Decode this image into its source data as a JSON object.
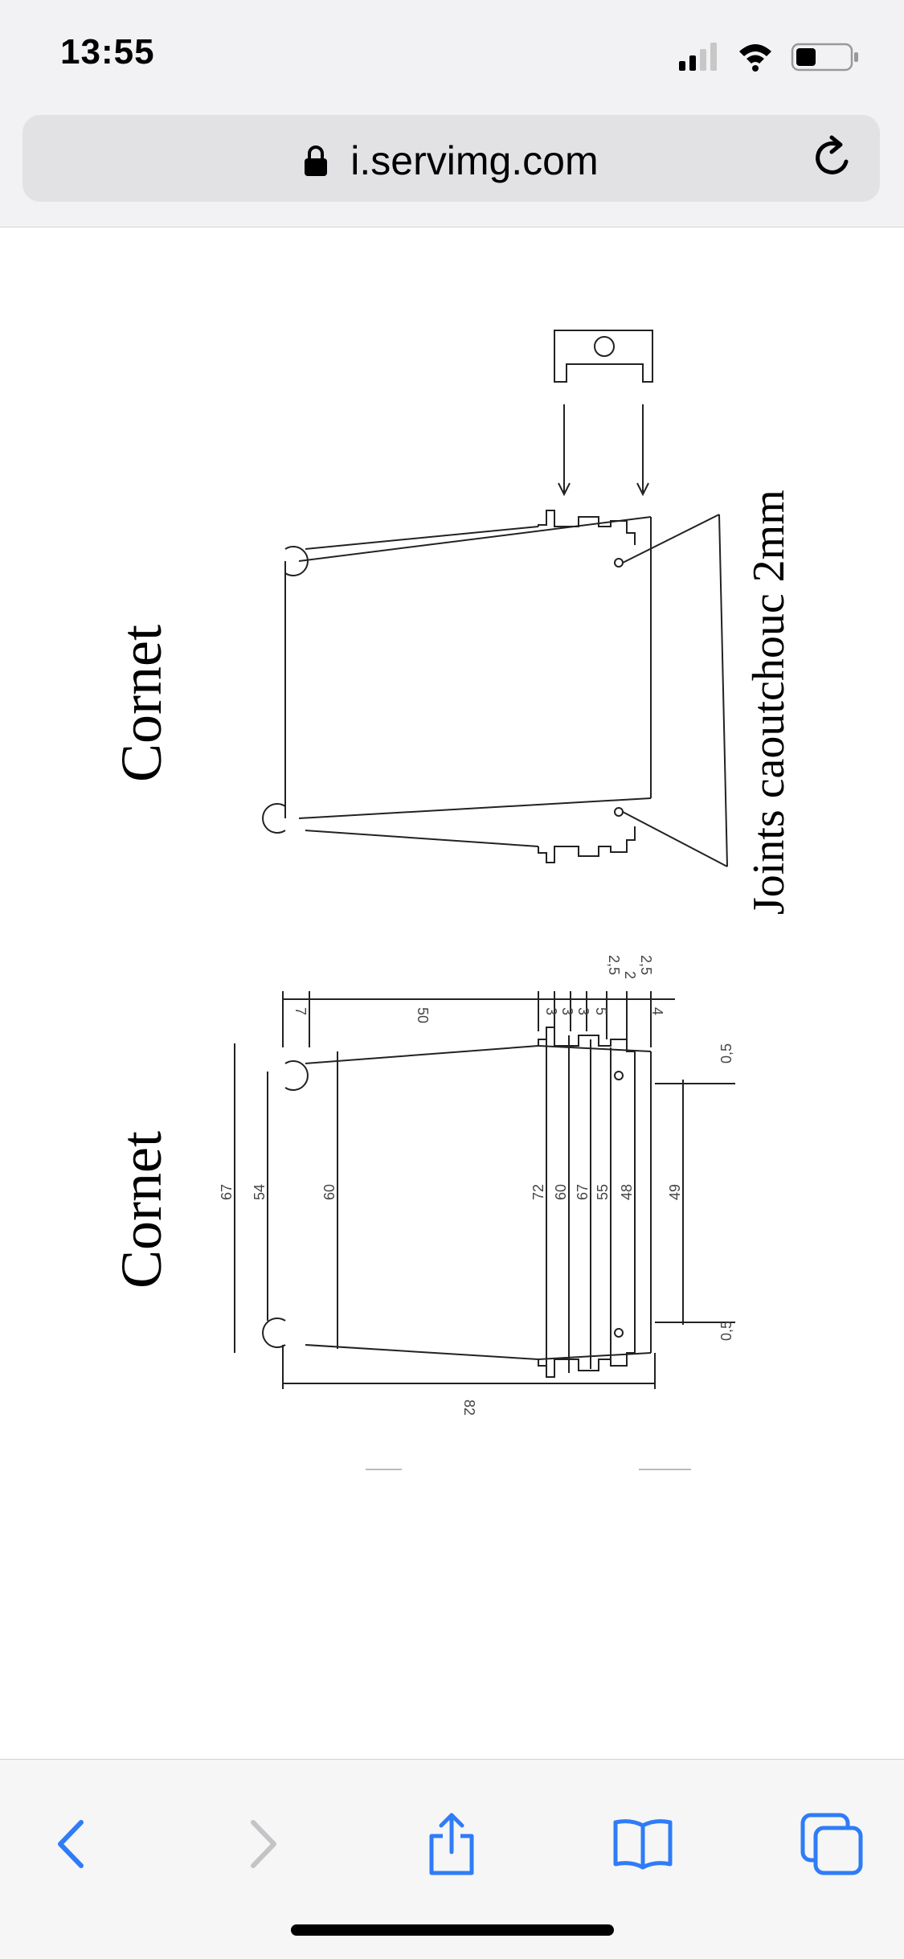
{
  "status_bar": {
    "time": "13:55"
  },
  "address_bar": {
    "url": "i.servimg.com"
  },
  "drawing": {
    "title_left": "Cornet",
    "title_right": "Cornet",
    "caption": "Joints caoutchouc 2mm",
    "dims_diam": [
      "67",
      "54",
      "60",
      "72",
      "60",
      "67",
      "55",
      "48",
      "49"
    ],
    "dims_overall": "82",
    "dims_top": [
      "7",
      "50",
      "3",
      "3",
      "3",
      "5",
      "2,5",
      "2",
      "2,5",
      "4"
    ],
    "dims_lip": [
      "0,5",
      "0,5"
    ]
  },
  "colors": {
    "accent": "#2f7cf6",
    "disabled": "#c4c4c7"
  }
}
